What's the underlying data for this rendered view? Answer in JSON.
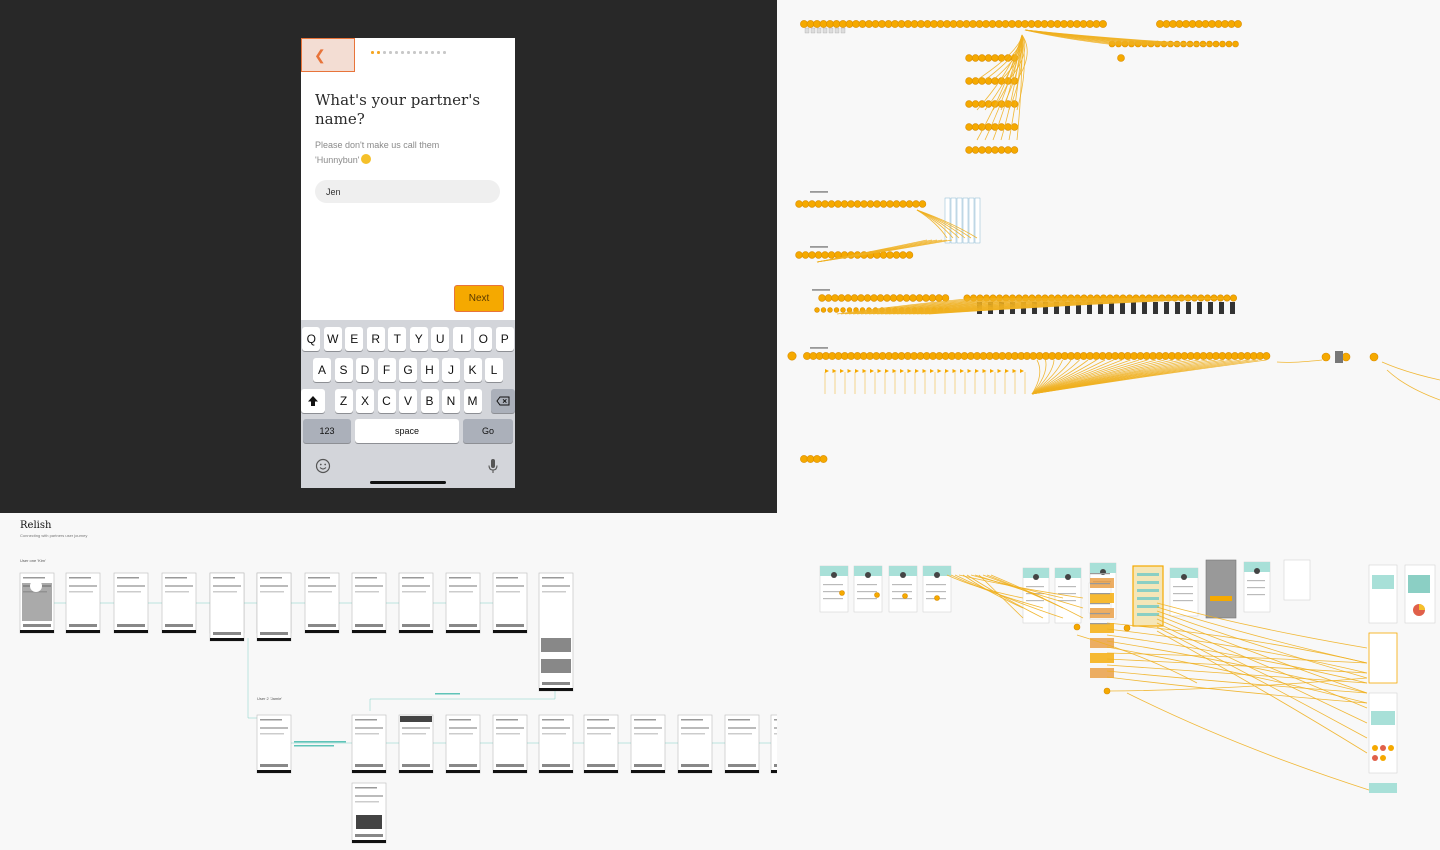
{
  "phone": {
    "back_icon": "chevron-left-icon",
    "title": "What's your partner's name?",
    "subtitle": "Please don't make us call them 'Hunnybun'",
    "subtitle_emoji": "grinning-face-emoji",
    "name_value": "Jen",
    "next_label": "Next",
    "progress": {
      "current": 2,
      "total": 13
    },
    "keyboard": {
      "row1": [
        "Q",
        "W",
        "E",
        "R",
        "T",
        "Y",
        "U",
        "I",
        "O",
        "P"
      ],
      "row2": [
        "A",
        "S",
        "D",
        "F",
        "G",
        "H",
        "J",
        "K",
        "L"
      ],
      "row3": [
        "Z",
        "X",
        "C",
        "V",
        "B",
        "N",
        "M"
      ],
      "numbers": "123",
      "space": "space",
      "go": "Go",
      "emoji_icon": "emoji-icon",
      "mic_icon": "microphone-icon"
    }
  },
  "board": {
    "title": "Relish",
    "subtitle": "Connecting with partners user journey",
    "user_one": "User one 'Kim'",
    "user_two": "User 2 'Jamie'"
  },
  "colors": {
    "accent": "#f5a900",
    "highlight": "#e8743a",
    "dark_bg": "#282828",
    "teal": "#5fc4b8"
  }
}
